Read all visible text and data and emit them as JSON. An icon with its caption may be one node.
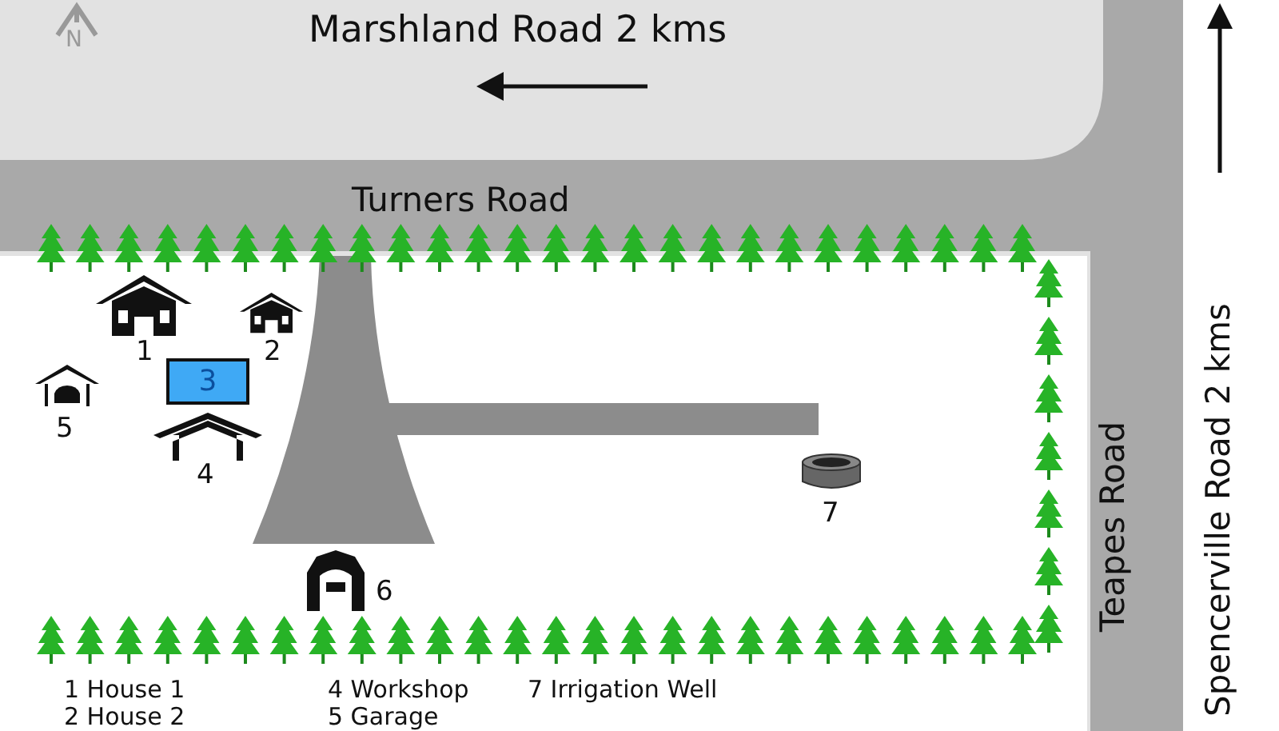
{
  "diagram": {
    "nodes": [
      {
        "text": [
          "3"
        ]
      }
    ],
    "labels": [
      "N",
      "Marshland Road 2 kms",
      "Turners Road",
      "Spencerville Road 2 kms",
      "1",
      "2",
      "5",
      "Teapes Road",
      "4",
      "7",
      "6",
      "1 House 1",
      "4 Workshop",
      "7 Irrigation Well",
      "2 House 2",
      "5 Garage"
    ]
  }
}
